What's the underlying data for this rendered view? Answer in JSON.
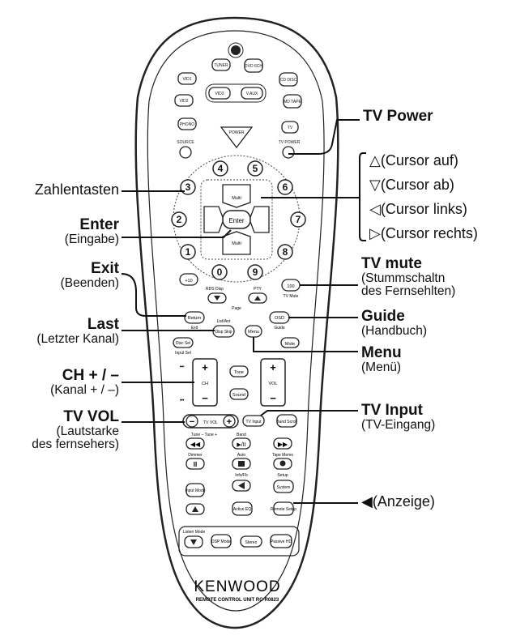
{
  "labels": {
    "tv_power": "TV Power",
    "cursor_up": "(Cursor auf)",
    "cursor_down": "(Cursor ab)",
    "cursor_left": "(Cursor links)",
    "cursor_right": "(Cursor rechts)",
    "zahlentasten": "Zahlentasten",
    "enter": "Enter",
    "enter_sub": "(Eingabe)",
    "exit": "Exit",
    "exit_sub": "(Beenden)",
    "tv_mute": "TV mute",
    "tv_mute_sub1": "(Stummschaltn",
    "tv_mute_sub2": "des Fernsehlten)",
    "last": "Last",
    "last_sub": "(Letzter Kanal)",
    "guide": "Guide",
    "guide_sub": "(Handbuch)",
    "ch": "CH + / –",
    "ch_sub": "(Kanal  + / –)",
    "menu": "Menu",
    "menu_sub": "(Menü)",
    "tv_vol": "TV VOL",
    "tv_vol_sub1": "(Lautstarke",
    "tv_vol_sub2": "des fernsehers)",
    "tv_input": "TV Input",
    "tv_input_sub": "(TV-Eingang)",
    "anzeige": "(Anzeige)"
  },
  "icons": {
    "triangle_up": "△",
    "triangle_down": "▽",
    "triangle_left": "◁",
    "triangle_right": "▷",
    "filled_left": "◀"
  },
  "remote": {
    "brand": "KENWOOD",
    "unit": "REMOTE CONTROL UNIT RC-R0823",
    "top_buttons": [
      "TUNER",
      "DVD 6CH",
      "VID1",
      "VID3",
      "V.AUX",
      "CD DISC",
      "VID2",
      "MD TAPE",
      "PHONO",
      "TV",
      "POWER",
      "SOURCE",
      "TV POWER"
    ],
    "numbers": [
      "4",
      "5",
      "3",
      "6",
      "2",
      "7",
      "1",
      "8",
      "0",
      "9",
      "+10",
      "100"
    ],
    "keys": {
      "multi": "Multi",
      "enter": "Enter",
      "rds_disp": "RDS Disp",
      "pty": "PTY",
      "page": "Page",
      "tv_mute": "TV Mute",
      "return": "Return",
      "exit": "Exit",
      "list_ant": "List/Ant",
      "disp_skip": "Disp Skip",
      "menu": "Menu",
      "osd": "OSD",
      "guide": "Guide",
      "mute": "Mute",
      "disc_sel": "Disc Sel",
      "input_sel": "Input Sel",
      "tone": "Tone",
      "sound": "Sound",
      "ch": "CH",
      "vol": "VOL",
      "tv_vol": "TV VOL",
      "tv_input": "TV Input",
      "band_scroll": "Band Scroll",
      "tune": "Tune –  Tune +",
      "band": "Band",
      "dimmer": "Dimmer",
      "auto": "Auto",
      "tape_memo": "Tape Memo",
      "info_fb": "Info/Fb",
      "setup": "Setup",
      "input_mode": "Input Mode",
      "system": "System",
      "active_eq": "Active EQ",
      "remote_setup": "Remote Setup",
      "listen_mode": "Listen Mode",
      "dsp_mode": "DSP Mode",
      "stereo": "Stereo",
      "passive_hd": "Passive HD"
    }
  }
}
